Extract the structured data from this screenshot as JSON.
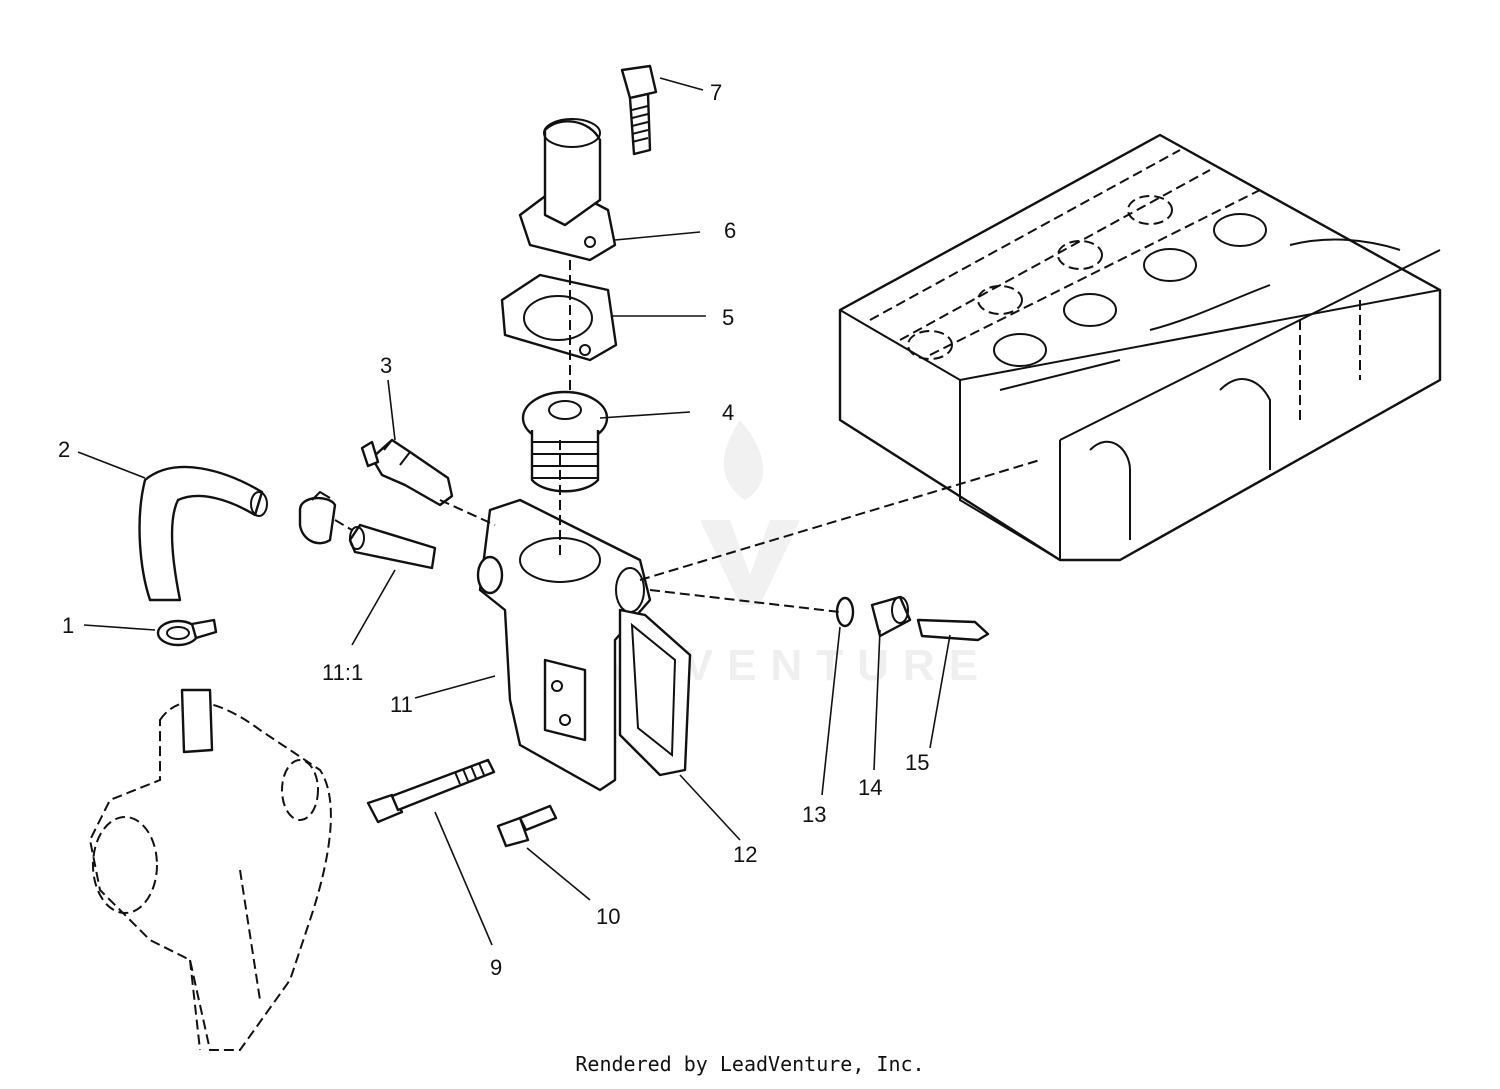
{
  "callouts": {
    "c1": "1",
    "c2": "2",
    "c3": "3",
    "c4": "4",
    "c5": "5",
    "c6": "6",
    "c7": "7",
    "c9": "9",
    "c10": "10",
    "c11": "11",
    "c11_1": "11:1",
    "c12": "12",
    "c13": "13",
    "c14": "14",
    "c15": "15"
  },
  "watermark": {
    "text": "LEADVENTURE"
  },
  "footer": {
    "text": "Rendered by LeadVenture, Inc."
  }
}
